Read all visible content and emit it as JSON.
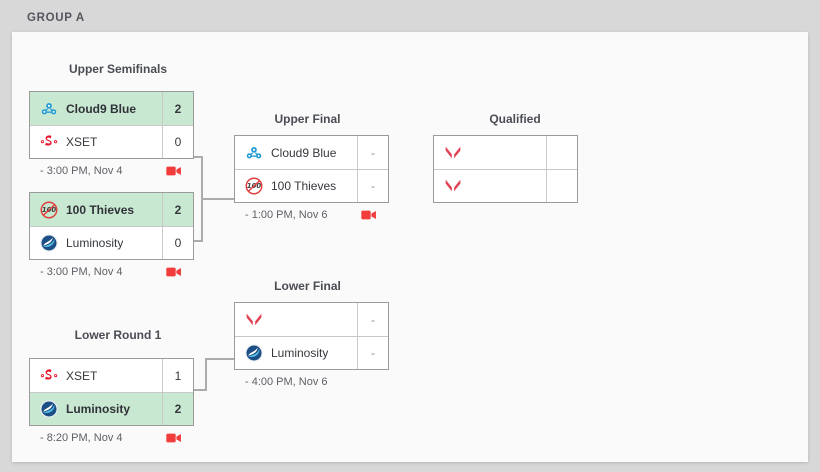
{
  "page": {
    "group_label": "GROUP A",
    "background_color": "#d8d8d9",
    "panel_color": "#fafafa",
    "winner_highlight_color": "#c9e8d2",
    "connector_color": "#acacac"
  },
  "rounds": {
    "upper_semifinals": "Upper Semifinals",
    "upper_final": "Upper Final",
    "lower_round_1": "Lower Round 1",
    "lower_final": "Lower Final",
    "qualified": "Qualified"
  },
  "matches": {
    "upper_sf1": {
      "teams": [
        {
          "name": "Cloud9 Blue",
          "score": "2",
          "logo": "cloud9-logo",
          "winner": true
        },
        {
          "name": "XSET",
          "score": "0",
          "logo": "xset-logo",
          "winner": false
        }
      ],
      "time": "- 3:00 PM, Nov 4",
      "has_vod": true
    },
    "upper_sf2": {
      "teams": [
        {
          "name": "100 Thieves",
          "score": "2",
          "logo": "hundred-thieves-logo",
          "winner": true
        },
        {
          "name": "Luminosity",
          "score": "0",
          "logo": "luminosity-logo",
          "winner": false
        }
      ],
      "time": "- 3:00 PM, Nov 4",
      "has_vod": true
    },
    "upper_final": {
      "teams": [
        {
          "name": "Cloud9 Blue",
          "score": "-",
          "logo": "cloud9-logo",
          "winner": false
        },
        {
          "name": "100 Thieves",
          "score": "-",
          "logo": "hundred-thieves-logo",
          "winner": false
        }
      ],
      "time": "- 1:00 PM, Nov 6",
      "has_vod": true
    },
    "lower_r1": {
      "teams": [
        {
          "name": "XSET",
          "score": "1",
          "logo": "xset-logo",
          "winner": false
        },
        {
          "name": "Luminosity",
          "score": "2",
          "logo": "luminosity-logo",
          "winner": true
        }
      ],
      "time": "- 8:20 PM, Nov 4",
      "has_vod": true
    },
    "lower_final": {
      "teams": [
        {
          "name": "",
          "score": "-",
          "logo": "valorant-logo",
          "winner": false
        },
        {
          "name": "Luminosity",
          "score": "-",
          "logo": "luminosity-logo",
          "winner": false
        }
      ],
      "time": "- 4:00 PM, Nov 6",
      "has_vod": false
    },
    "qualified": {
      "teams": [
        {
          "name": "",
          "score": "",
          "logo": "valorant-logo",
          "winner": false
        },
        {
          "name": "",
          "score": "",
          "logo": "valorant-logo",
          "winner": false
        }
      ]
    }
  }
}
